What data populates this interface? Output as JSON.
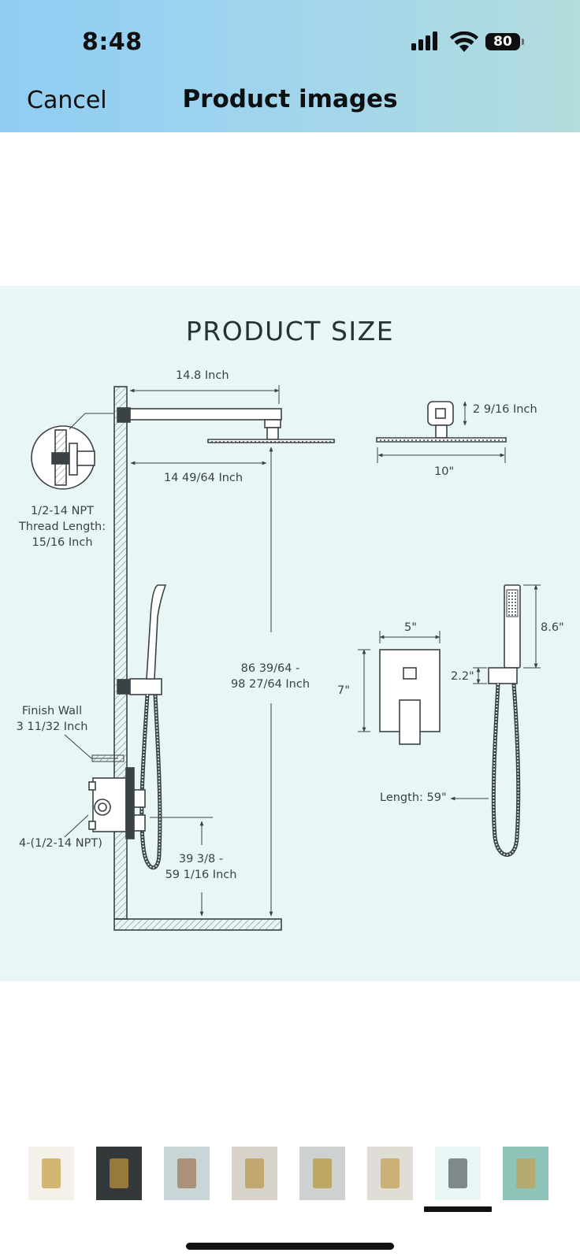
{
  "status_bar": {
    "time": "8:48",
    "battery": "80"
  },
  "header": {
    "cancel_label": "Cancel",
    "title": "Product images"
  },
  "image": {
    "heading": "PRODUCT SIZE",
    "labels": {
      "arm_length": "14.8 Inch",
      "arm_reach": "14 49/64 Inch",
      "thread_1": "1/2-14 NPT",
      "thread_2": "Thread Length:",
      "thread_3": "15/16 Inch",
      "total_height_1": "86 39/64 -",
      "total_height_2": "98 27/64 Inch",
      "finish_wall_1": "Finish Wall",
      "finish_wall_2": "3 11/32 Inch",
      "inlets": "4-(1/2-14 NPT)",
      "valve_height_1": "39 3/8 -",
      "valve_height_2": "59 1/16 Inch",
      "head_depth": "2 9/16 Inch",
      "head_width": "10\"",
      "plate_width": "5\"",
      "plate_height": "7\"",
      "handheld_length": "8.6\"",
      "holder_height": "2.2\"",
      "hose_length": "Length: 59\""
    }
  },
  "thumbnails": [
    {
      "name": "thumb-1",
      "colors": [
        "#f4f1ea",
        "#c8a24a"
      ]
    },
    {
      "name": "thumb-2",
      "colors": [
        "#33383b",
        "#b88f3f"
      ]
    },
    {
      "name": "thumb-3",
      "colors": [
        "#c9d6d8",
        "#a07a5a"
      ]
    },
    {
      "name": "thumb-4",
      "colors": [
        "#d7d3cb",
        "#b99a52"
      ]
    },
    {
      "name": "thumb-5",
      "colors": [
        "#cdd1d1",
        "#b8973f"
      ]
    },
    {
      "name": "thumb-6",
      "colors": [
        "#e0ddd6",
        "#c3a355"
      ]
    },
    {
      "name": "thumb-7",
      "colors": [
        "#e8f6f6",
        "#5c6366"
      ]
    },
    {
      "name": "thumb-8",
      "colors": [
        "#8ec4b8",
        "#c2a15a"
      ]
    }
  ],
  "selected_thumbnail": 7
}
